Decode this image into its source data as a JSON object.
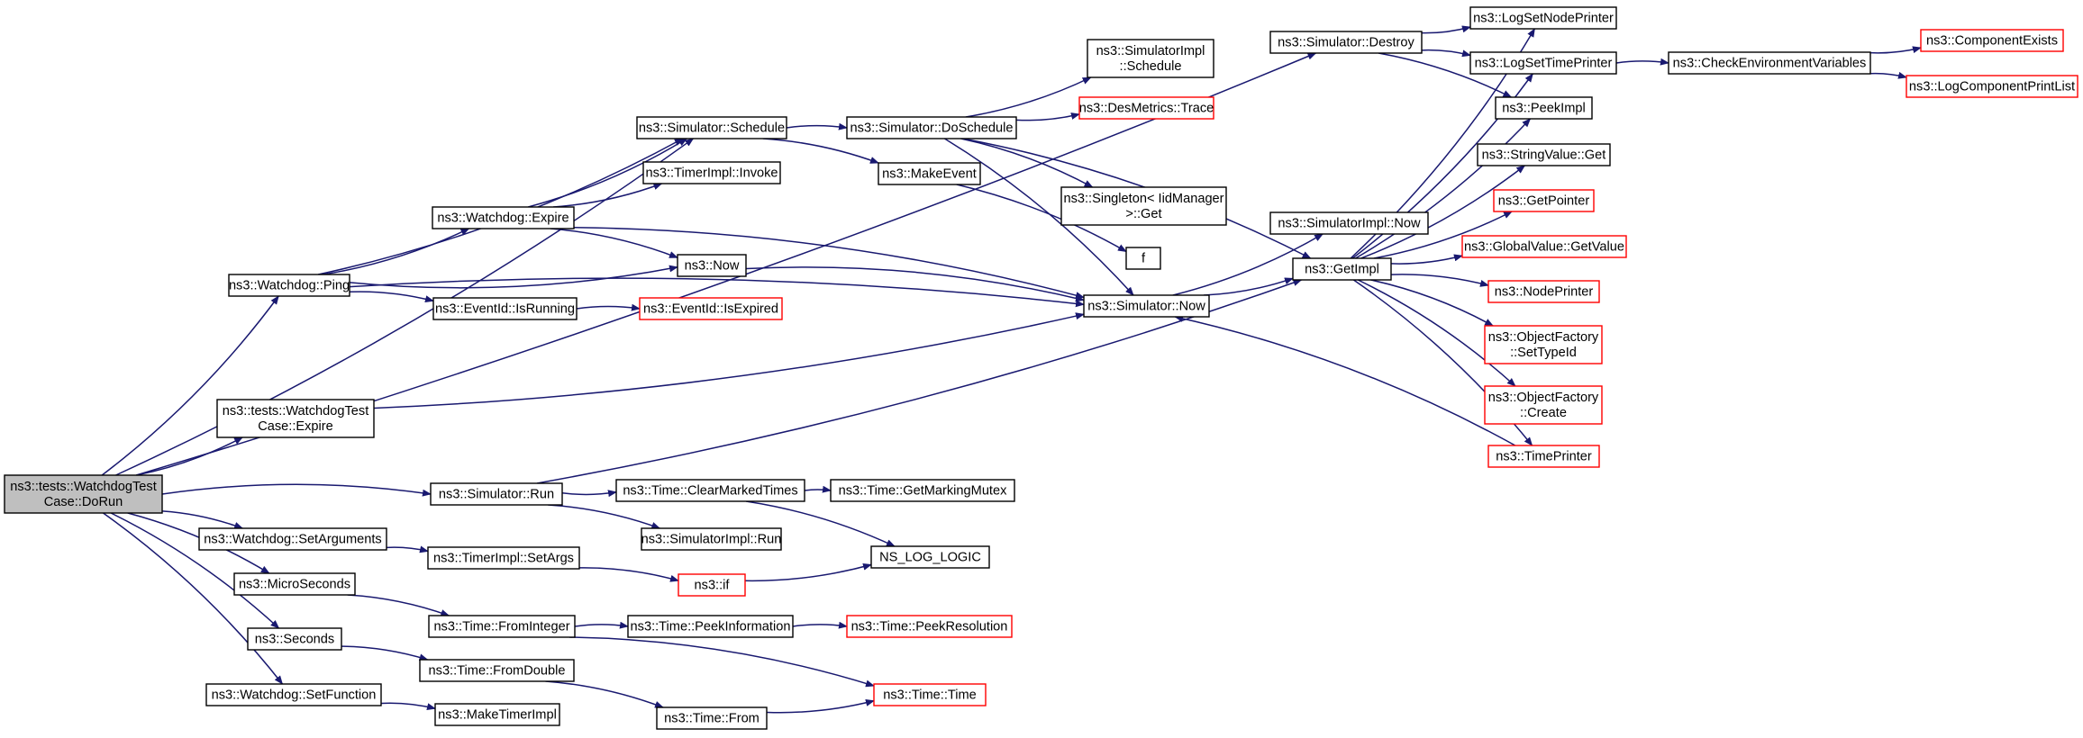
{
  "colors": {
    "edge": "#191970",
    "box_border": "#000000",
    "box_fill": "#ffffff",
    "focus_fill": "#bfbfbf",
    "truncated_border": "#ff0000"
  },
  "nodes": [
    {
      "id": "dorun",
      "lines": [
        "ns3::tests::WatchdogTest",
        "Case::DoRun"
      ],
      "style": "focus"
    },
    {
      "id": "ping",
      "lines": [
        "ns3::Watchdog::Ping"
      ],
      "style": "normal"
    },
    {
      "id": "twexpire",
      "lines": [
        "ns3::tests::WatchdogTest",
        "Case::Expire"
      ],
      "style": "normal"
    },
    {
      "id": "run",
      "lines": [
        "ns3::Simulator::Run"
      ],
      "style": "normal"
    },
    {
      "id": "setargs",
      "lines": [
        "ns3::Watchdog::SetArguments"
      ],
      "style": "normal"
    },
    {
      "id": "micro",
      "lines": [
        "ns3::MicroSeconds"
      ],
      "style": "normal"
    },
    {
      "id": "seconds",
      "lines": [
        "ns3::Seconds"
      ],
      "style": "normal"
    },
    {
      "id": "setfunc",
      "lines": [
        "ns3::Watchdog::SetFunction"
      ],
      "style": "normal"
    },
    {
      "id": "schedule",
      "lines": [
        "ns3::Simulator::Schedule"
      ],
      "style": "normal"
    },
    {
      "id": "wexpire",
      "lines": [
        "ns3::Watchdog::Expire"
      ],
      "style": "normal"
    },
    {
      "id": "invoke",
      "lines": [
        "ns3::TimerImpl::Invoke"
      ],
      "style": "normal"
    },
    {
      "id": "now",
      "lines": [
        "ns3::Now"
      ],
      "style": "normal"
    },
    {
      "id": "isrunning",
      "lines": [
        "ns3::EventId::IsRunning"
      ],
      "style": "normal"
    },
    {
      "id": "clearmarked",
      "lines": [
        "ns3::Time::ClearMarkedTimes"
      ],
      "style": "normal"
    },
    {
      "id": "simimplrun",
      "lines": [
        "ns3::SimulatorImpl::Run"
      ],
      "style": "normal"
    },
    {
      "id": "timersetargs",
      "lines": [
        "ns3::TimerImpl::SetArgs"
      ],
      "style": "normal"
    },
    {
      "id": "frominteger",
      "lines": [
        "ns3::Time::FromInteger"
      ],
      "style": "normal"
    },
    {
      "id": "fromdouble",
      "lines": [
        "ns3::Time::FromDouble"
      ],
      "style": "normal"
    },
    {
      "id": "maketimerimpl",
      "lines": [
        "ns3::MakeTimerImpl"
      ],
      "style": "normal"
    },
    {
      "id": "doschedule",
      "lines": [
        "ns3::Simulator::DoSchedule"
      ],
      "style": "normal"
    },
    {
      "id": "makeevent",
      "lines": [
        "ns3::MakeEvent"
      ],
      "style": "normal"
    },
    {
      "id": "simnow",
      "lines": [
        "ns3::Simulator::Now"
      ],
      "style": "normal"
    },
    {
      "id": "isexpired",
      "lines": [
        "ns3::EventId::IsExpired"
      ],
      "style": "truncated"
    },
    {
      "id": "getmarkingmutex",
      "lines": [
        "ns3::Time::GetMarkingMutex"
      ],
      "style": "normal"
    },
    {
      "id": "nslog",
      "lines": [
        "NS_LOG_LOGIC"
      ],
      "style": "normal"
    },
    {
      "id": "if",
      "lines": [
        "ns3::if"
      ],
      "style": "truncated"
    },
    {
      "id": "peekinfo",
      "lines": [
        "ns3::Time::PeekInformation"
      ],
      "style": "normal"
    },
    {
      "id": "peekres",
      "lines": [
        "ns3::Time::PeekResolution"
      ],
      "style": "truncated"
    },
    {
      "id": "timetime",
      "lines": [
        "ns3::Time::Time"
      ],
      "style": "truncated"
    },
    {
      "id": "timefrom",
      "lines": [
        "ns3::Time::From"
      ],
      "style": "normal"
    },
    {
      "id": "simimplschedule",
      "lines": [
        "ns3::SimulatorImpl",
        "::Schedule"
      ],
      "style": "normal"
    },
    {
      "id": "desmetrics",
      "lines": [
        "ns3::DesMetrics::Trace"
      ],
      "style": "truncated"
    },
    {
      "id": "singleton",
      "lines": [
        "ns3::Singleton< IidManager",
        " >::Get"
      ],
      "style": "normal"
    },
    {
      "id": "f",
      "lines": [
        "f"
      ],
      "style": "normal"
    },
    {
      "id": "simimplnow",
      "lines": [
        "ns3::SimulatorImpl::Now"
      ],
      "style": "normal"
    },
    {
      "id": "getimpl",
      "lines": [
        "ns3::GetImpl"
      ],
      "style": "normal"
    },
    {
      "id": "destroy",
      "lines": [
        "ns3::Simulator::Destroy"
      ],
      "style": "normal"
    },
    {
      "id": "lognodeprinter",
      "lines": [
        "ns3::LogSetNodePrinter"
      ],
      "style": "normal"
    },
    {
      "id": "logtimeprinter",
      "lines": [
        "ns3::LogSetTimePrinter"
      ],
      "style": "normal"
    },
    {
      "id": "peekimpl",
      "lines": [
        "ns3::PeekImpl"
      ],
      "style": "normal"
    },
    {
      "id": "stringvalue",
      "lines": [
        "ns3::StringValue::Get"
      ],
      "style": "normal"
    },
    {
      "id": "getpointer",
      "lines": [
        "ns3::GetPointer"
      ],
      "style": "truncated"
    },
    {
      "id": "globalvalue",
      "lines": [
        "ns3::GlobalValue::GetValue"
      ],
      "style": "truncated"
    },
    {
      "id": "nodeprinter",
      "lines": [
        "ns3::NodePrinter"
      ],
      "style": "truncated"
    },
    {
      "id": "ofsettypeid",
      "lines": [
        "ns3::ObjectFactory",
        "::SetTypeId"
      ],
      "style": "truncated"
    },
    {
      "id": "ofcreate",
      "lines": [
        "ns3::ObjectFactory",
        "::Create"
      ],
      "style": "truncated"
    },
    {
      "id": "timeprinter",
      "lines": [
        "ns3::TimePrinter"
      ],
      "style": "truncated"
    },
    {
      "id": "checkenv",
      "lines": [
        "ns3::CheckEnvironmentVariables"
      ],
      "style": "normal"
    },
    {
      "id": "compexists",
      "lines": [
        "ns3::ComponentExists"
      ],
      "style": "truncated"
    },
    {
      "id": "logcompprint",
      "lines": [
        "ns3::LogComponentPrintList"
      ],
      "style": "truncated"
    }
  ],
  "edges": [
    [
      "dorun",
      "destroy"
    ],
    [
      "dorun",
      "schedule"
    ],
    [
      "dorun",
      "ping"
    ],
    [
      "dorun",
      "twexpire"
    ],
    [
      "dorun",
      "run"
    ],
    [
      "dorun",
      "setargs"
    ],
    [
      "dorun",
      "micro"
    ],
    [
      "dorun",
      "seconds"
    ],
    [
      "dorun",
      "setfunc"
    ],
    [
      "ping",
      "schedule"
    ],
    [
      "ping",
      "wexpire"
    ],
    [
      "ping",
      "now"
    ],
    [
      "ping",
      "isrunning"
    ],
    [
      "ping",
      "simnow"
    ],
    [
      "twexpire",
      "simnow"
    ],
    [
      "run",
      "getimpl"
    ],
    [
      "run",
      "clearmarked"
    ],
    [
      "run",
      "simimplrun"
    ],
    [
      "setargs",
      "timersetargs"
    ],
    [
      "micro",
      "frominteger"
    ],
    [
      "seconds",
      "fromdouble"
    ],
    [
      "setfunc",
      "maketimerimpl"
    ],
    [
      "schedule",
      "doschedule"
    ],
    [
      "schedule",
      "makeevent"
    ],
    [
      "wexpire",
      "schedule"
    ],
    [
      "wexpire",
      "invoke"
    ],
    [
      "wexpire",
      "now"
    ],
    [
      "wexpire",
      "simnow"
    ],
    [
      "now",
      "simnow"
    ],
    [
      "isrunning",
      "isexpired"
    ],
    [
      "clearmarked",
      "getmarkingmutex"
    ],
    [
      "clearmarked",
      "nslog"
    ],
    [
      "timersetargs",
      "if"
    ],
    [
      "if",
      "nslog"
    ],
    [
      "frominteger",
      "peekinfo"
    ],
    [
      "frominteger",
      "timetime"
    ],
    [
      "peekinfo",
      "peekres"
    ],
    [
      "fromdouble",
      "timefrom"
    ],
    [
      "timefrom",
      "timetime"
    ],
    [
      "doschedule",
      "simimplschedule"
    ],
    [
      "doschedule",
      "desmetrics"
    ],
    [
      "doschedule",
      "singleton"
    ],
    [
      "doschedule",
      "simnow"
    ],
    [
      "doschedule",
      "getimpl"
    ],
    [
      "makeevent",
      "f"
    ],
    [
      "simnow",
      "simimplnow"
    ],
    [
      "simnow",
      "getimpl"
    ],
    [
      "getimpl",
      "lognodeprinter"
    ],
    [
      "getimpl",
      "logtimeprinter"
    ],
    [
      "getimpl",
      "peekimpl"
    ],
    [
      "getimpl",
      "stringvalue"
    ],
    [
      "getimpl",
      "getpointer"
    ],
    [
      "getimpl",
      "globalvalue"
    ],
    [
      "getimpl",
      "nodeprinter"
    ],
    [
      "getimpl",
      "ofsettypeid"
    ],
    [
      "getimpl",
      "ofcreate"
    ],
    [
      "getimpl",
      "timeprinter"
    ],
    [
      "timeprinter",
      "simnow"
    ],
    [
      "destroy",
      "lognodeprinter"
    ],
    [
      "destroy",
      "logtimeprinter"
    ],
    [
      "destroy",
      "peekimpl"
    ],
    [
      "logtimeprinter",
      "checkenv"
    ],
    [
      "checkenv",
      "compexists"
    ],
    [
      "checkenv",
      "logcompprint"
    ]
  ]
}
